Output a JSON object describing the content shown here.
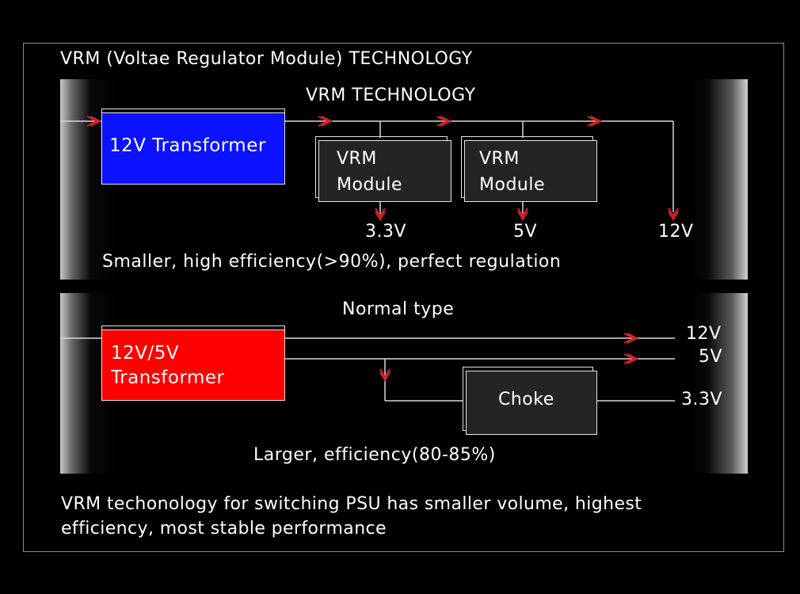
{
  "title": "VRM (Voltae Regulator Module) TECHNOLOGY",
  "vrm_panel": {
    "heading": "VRM TECHNOLOGY",
    "transformer": "12V Transformer",
    "module1": [
      "VRM",
      "Module"
    ],
    "module2": [
      "VRM",
      "Module"
    ],
    "out1": "3.3V",
    "out2": "5V",
    "out3": "12V",
    "caption": "Smaller, high efficiency(>90%), perfect regulation"
  },
  "normal_panel": {
    "heading": "Normal type",
    "transformer": [
      "12V/5V",
      "Transformer"
    ],
    "choke": "Choke",
    "out1": "12V",
    "out2": "5V",
    "out3": "3.3V",
    "caption": "Larger, efficiency(80-85%)"
  },
  "footer": {
    "line1": "VRM techonology for switching PSU has smaller volume, highest",
    "line2": "efficiency, most stable performance"
  },
  "colors": {
    "transformer_vrm": "#0b12ff",
    "transformer_normal": "#ff0000",
    "module_fill": "#242424",
    "arrow": "#d4222a",
    "line": "#d8d8d8"
  }
}
